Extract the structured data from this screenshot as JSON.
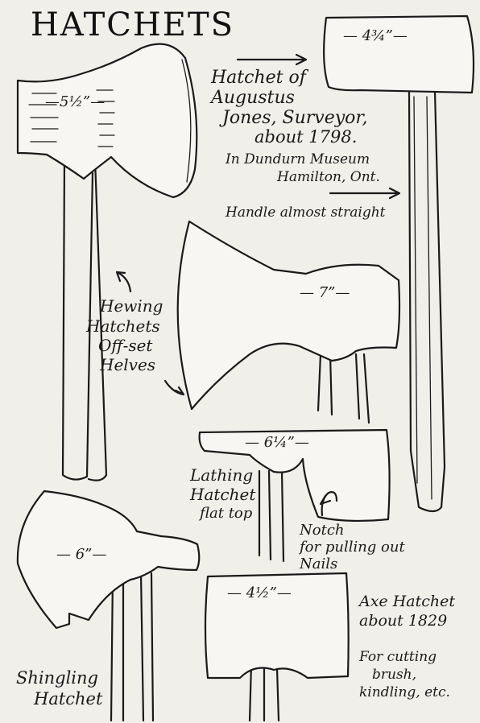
{
  "title": "HATCHETS",
  "dimensions": {
    "hewing": "—5½”—",
    "surveyor": "— 4¾”—",
    "hewing_large": "— 7”—",
    "lathing": "— 6¼”—",
    "shingling": "— 6”—",
    "axe": "— 4½”—"
  },
  "labels": {
    "surveyor_lines": [
      "Hatchet of",
      "Augustus",
      "Jones, Surveyor,",
      "about 1798."
    ],
    "museum_lines": [
      "In Dundurn Museum",
      "Hamilton, Ont."
    ],
    "handle_note": "Handle almost straight",
    "hewing_lines": [
      "Hewing",
      "Hatchets",
      "Off-set",
      "Helves"
    ],
    "lathing_lines": [
      "Lathing",
      "Hatchet",
      "flat top"
    ],
    "notch_lines": [
      "Notch",
      "for pulling out",
      "Nails"
    ],
    "shingling_lines": [
      "Shingling",
      "Hatchet"
    ],
    "axe_lines": [
      "Axe Hatchet",
      "about 1829"
    ],
    "cutting_lines": [
      "For cutting",
      "brush,",
      "kindling, etc."
    ]
  }
}
